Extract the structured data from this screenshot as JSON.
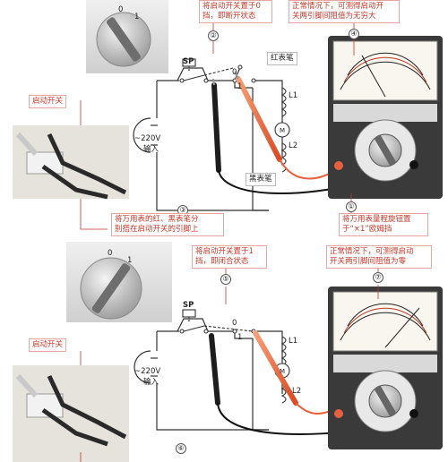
{
  "top": {
    "callout_switch": "将启动开关置于0\n挡，即断开状态",
    "callout_normal": "正常情况下，可测得启动开\n关两引脚间阻值为无穷大",
    "callout_leads": "将万用表的红、黑表笔分\n别搭在启动开关的引脚上",
    "callout_range": "将万用表量程旋钮置\n于“×1”欧姆挡",
    "label_start_switch": "启动开关",
    "label_red_probe": "红表笔",
    "label_black_probe": "黑表笔",
    "label_voltage": "~220V",
    "label_input": "输入",
    "label_sp": "SP",
    "label_pos0": "0",
    "label_pos1": "1",
    "label_L1": "L1",
    "label_L2": "L2",
    "label_M": "M",
    "dial_0": "0",
    "dial_1": "1",
    "step_2": "②",
    "step_3": "③",
    "step_4": "④",
    "step_1": "①"
  },
  "bottom": {
    "callout_switch": "将启动开关置于1\n挡，即闭合状态",
    "callout_normal": "正常情况下，可测得启动\n开关两引脚间阻值为零",
    "label_start_switch": "启动开关",
    "label_voltage": "~220V",
    "label_input": "输入",
    "label_sp": "SP",
    "label_pos0": "0",
    "label_pos1": "1",
    "label_L1": "L1",
    "label_L2": "L2",
    "label_M": "M",
    "dial_0": "0",
    "dial_1": "1",
    "step_5": "⑤",
    "step_6": "⑥",
    "step_7": "⑦"
  },
  "colors": {
    "accent": "#c0392b",
    "red_probe": "#e8603c",
    "black_probe": "#222222",
    "wire": "#333333"
  }
}
